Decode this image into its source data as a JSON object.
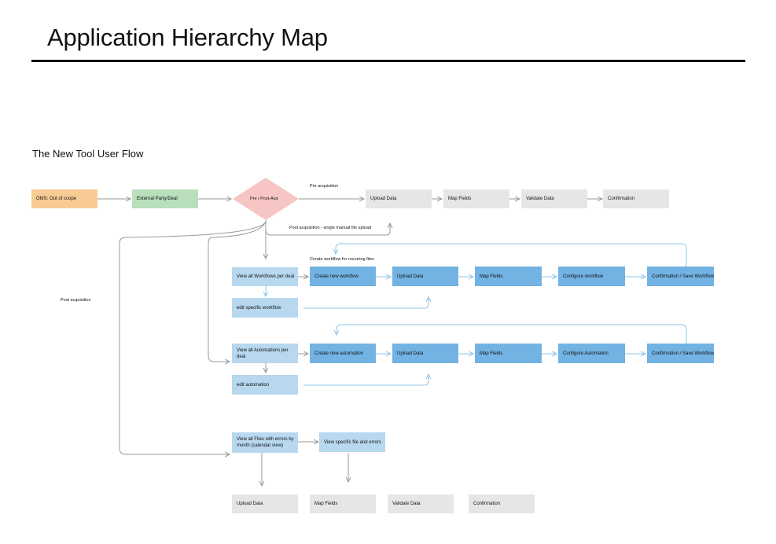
{
  "header": {
    "title": "Application Hierarchy Map",
    "section_title": "The New Tool User Flow"
  },
  "nodes": {
    "oms": "OMS: Out of scope",
    "external": "External Party/Deal",
    "decision": "Pre / Post-Acq",
    "pre_upload": "Upload Data",
    "pre_map": "Map Fields",
    "pre_validate": "Validate Data",
    "pre_confirm": "Confirmation",
    "wf_view": "View all Workflows per deal",
    "wf_create": "Create new workflow",
    "wf_upload": "Upload Data",
    "wf_map": "Map Fields",
    "wf_configure": "Configure workflow",
    "wf_confirm": "Confirmation / Save Workflow",
    "wf_edit": "edit specific workflow",
    "au_view": "View all Automations per deal",
    "au_create": "Create new automation",
    "au_upload": "Upload Data",
    "au_map": "Map Fields",
    "au_configure": "Configure Automation",
    "au_confirm": "Confirmation / Save Workflow",
    "au_edit": "edit automation",
    "files_view": "View all Files with errors by month (calendar view)",
    "files_specific": "View specific file and errors",
    "bottom_upload": "Upload Data",
    "bottom_map": "Map Fields",
    "bottom_validate": "Validate Data",
    "bottom_confirm": "Confirmation"
  },
  "labels": {
    "pre_acq": "Pre acquisition",
    "post_acq_single": "Post acquisition - single manual file upload",
    "create_recurring": "Create workflow for recurring files",
    "post_acq": "Post acquisition"
  },
  "colors": {
    "out_of_scope": "#f8cb94",
    "external": "#b9dfbc",
    "decision": "#f7c5c3",
    "step_grey": "#e6e6e6",
    "step_light_blue": "#b7d8ef",
    "step_blue": "#72b3e3",
    "connector_grey": "#9a9a9a",
    "connector_blue": "#8cc4ea"
  }
}
